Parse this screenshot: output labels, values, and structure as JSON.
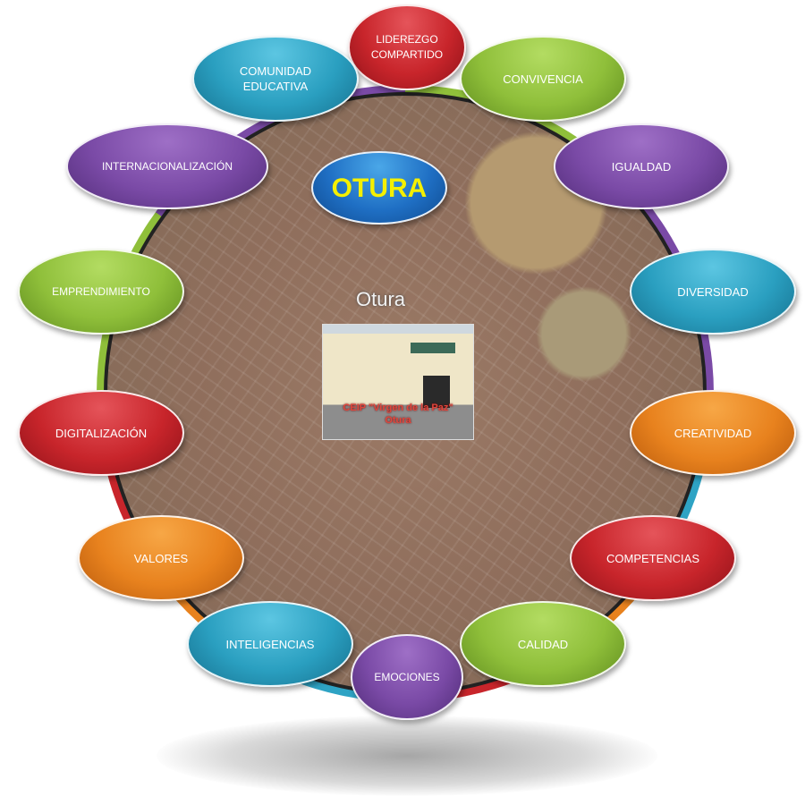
{
  "title": "OTURA",
  "map_label": "Otura",
  "photo_caption": [
    "CEIP \"Virgen de la Paz\"",
    "Otura"
  ],
  "bubbles": [
    {
      "label": "LIDEREZGO COMPARTIDO",
      "color": "red"
    },
    {
      "label": "COMUNIDAD EDUCATIVA",
      "color": "blue"
    },
    {
      "label": "CONVIVENCIA",
      "color": "green"
    },
    {
      "label": "INTERNACIONALIZACIÓN",
      "color": "purple"
    },
    {
      "label": "IGUALDAD",
      "color": "purple"
    },
    {
      "label": "EMPRENDIMIENTO",
      "color": "green"
    },
    {
      "label": "DIVERSIDAD",
      "color": "blue"
    },
    {
      "label": "DIGITALIZACIÓN",
      "color": "red"
    },
    {
      "label": "CREATIVIDAD",
      "color": "orange"
    },
    {
      "label": "VALORES",
      "color": "orange"
    },
    {
      "label": "COMPETENCIAS",
      "color": "red"
    },
    {
      "label": "INTELIGENCIAS",
      "color": "blue"
    },
    {
      "label": "CALIDAD",
      "color": "green"
    },
    {
      "label": "EMOCIONES",
      "color": "purple"
    }
  ]
}
